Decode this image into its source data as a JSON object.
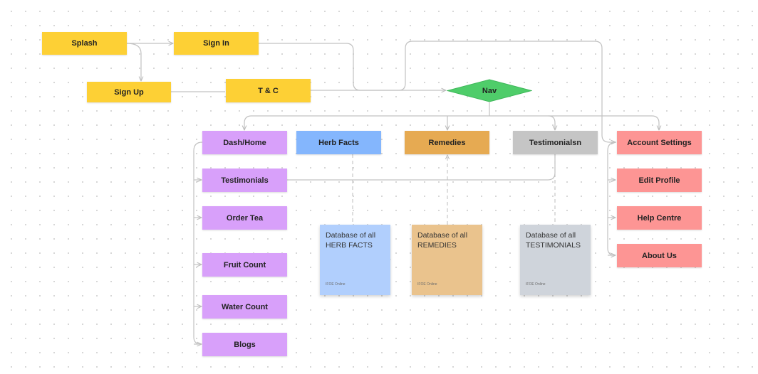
{
  "nodes": {
    "splash": "Splash",
    "sign_in": "Sign In",
    "sign_up": "Sign Up",
    "tc": "T & C",
    "nav": "Nav",
    "dash_home": "Dash/Home",
    "herb_facts": "Herb Facts",
    "remedies": "Remedies",
    "testimonialsn": "Testimonialsn",
    "account_settings": "Account Settings",
    "testimonials": "Testimonials",
    "edit_profile": "Edit Profile",
    "order_tea": "Order Tea",
    "help_centre": "Help Centre",
    "about_us": "About Us",
    "fruit_count": "Fruit Count",
    "water_count": "Water Count",
    "blogs": "Blogs"
  },
  "stickies": {
    "herb_db": "Database of all\nHERB FACTS",
    "remedies_db": "Database of all\nREMEDIES",
    "testimonials_db": "Database of all\nTESTIMONIALS",
    "footer": "IFOE Online"
  },
  "colors": {
    "yellow": "#fdd035",
    "purple": "#d8a0fa",
    "blue": "#84b6fd",
    "orange": "#e6aa52",
    "gray": "#c5c5c5",
    "red": "#fd9594",
    "green": "#4fcd6a"
  }
}
